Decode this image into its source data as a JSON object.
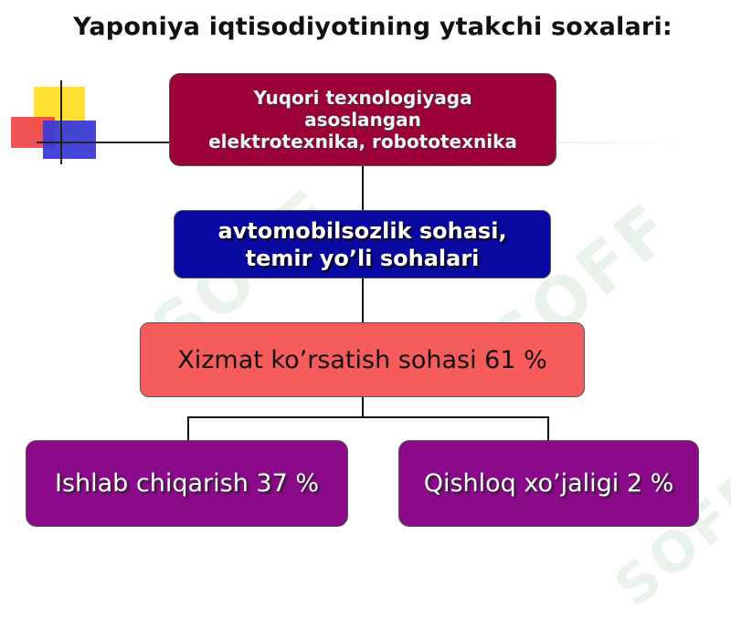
{
  "title": "Yaponiya iqtisodiyotining ytakchi soxalari:",
  "watermark": "SOFF",
  "nodes": {
    "top": {
      "lines": [
        "Yuqori texnologiyaga",
        "asoslangan",
        "elektrotexnika, robototexnika"
      ]
    },
    "auto": {
      "lines": [
        "avtomobilsozlik sohasi,",
        "temir yo’li sohalari"
      ]
    },
    "service": {
      "text": "Xizmat ko’rsatish sohasi 61 %"
    },
    "industry": {
      "text": "Ishlab chiqarish 37 %"
    },
    "agriculture": {
      "text": "Qishloq xo’jaligi 2 %"
    }
  },
  "colors": {
    "top": "#9b0038",
    "auto": "#0a0aa3",
    "service": "#f75c5c",
    "industry": "#8a0a8a",
    "agriculture": "#8a0a8a"
  }
}
